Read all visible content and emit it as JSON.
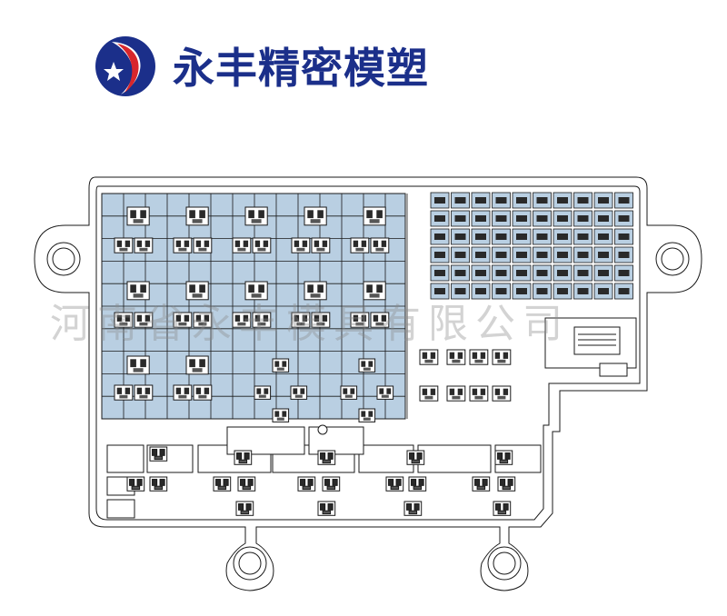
{
  "brand": {
    "name": "永丰精密模塑",
    "primary_color": "#1b2f8a",
    "accent_color": "#d8262c",
    "logo_icon": "swoosh-star-logo-icon"
  },
  "watermark": {
    "text": "河南省永丰模具有限公司"
  },
  "diagram": {
    "subject": "fuse-relay-box-layout",
    "fill_color": "#b9cfe2",
    "line_color": "#1a1a1a",
    "tinted_zone": "left-relay-block",
    "mounting_holes": 4
  }
}
